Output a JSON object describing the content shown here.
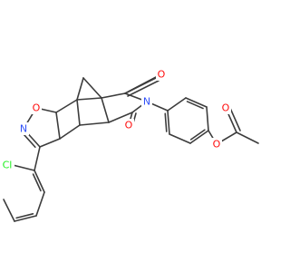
{
  "molecule": {
    "colors": {
      "bond": "#3c3c3c",
      "O": "#ff0d0d",
      "N": "#3050f8",
      "Cl": "#1ff01f",
      "background": "#ffffff"
    },
    "atom_labels": {
      "o_isox": "O",
      "n_isox": "N",
      "o_imide_top": "O",
      "o_imide_bottom": "O",
      "n_imide": "N",
      "o_ester": "O",
      "o_carbonyl": "O",
      "cl": "Cl"
    }
  }
}
